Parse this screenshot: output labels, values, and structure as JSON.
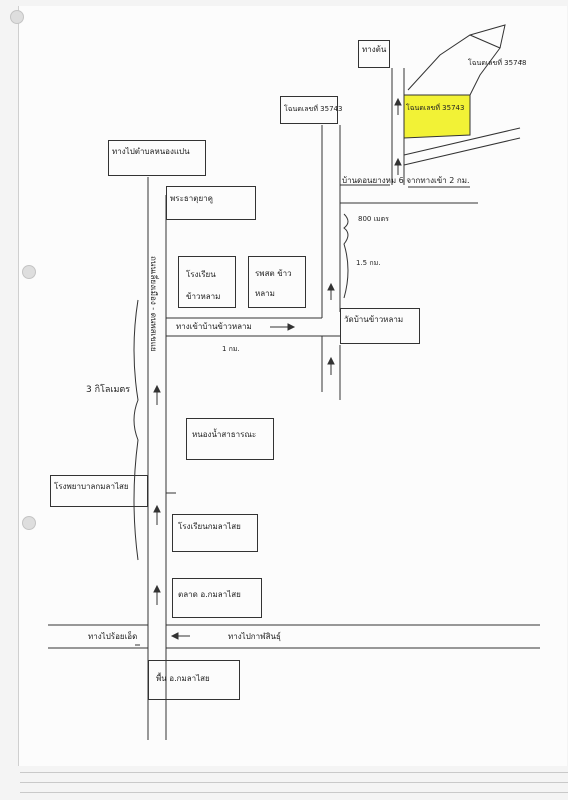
{
  "map": {
    "places": {
      "start_point": "ทางต้น",
      "title_deed_left": "โฉนดเลขที่ 35743",
      "title_deed_highlight": "โฉนดเลขที่ 35743",
      "title_deed_right": "โฉนดเลขที่ 35748",
      "to_nong_waeng": "ทางไปตำบลหนองแปน",
      "phra_that": "พระธาตุยาคู",
      "school_khao_lam": "โรงเรียน\nข้าวหลาม",
      "rpst_khao_lam": "รพสต ข้าว\nหลาม",
      "wat_khao_lam": "วัดบ้านข้าวหลาม",
      "public_pond": "หนองน้ำสาธารณะ",
      "hospital": "โรงพยาบาลกมลาไสย",
      "school_kamalasai": "โรงเรียนกมลาไสย",
      "market": "ตลาด อ.กมลาไสย",
      "district_origin": "พื้น อ.กมลาไสย"
    },
    "roads": {
      "main_road": "ถนนเลี่ยงเมือง - ดนพสเขแย",
      "to_khao_lam": "ทางเข้าบ้านข้าวหลาม",
      "ban_don_yang": "บ้านดอนยางหม 6  จากทางเข้า  2  กม.",
      "to_roi_et": "ทางไปร้อยเอ็ด",
      "to_kalasin": "ทางไปกาฬสินธุ์"
    },
    "distances": {
      "d800": "800  เมตร",
      "d1_5": "1.5  กม.",
      "d1": "1          กม.",
      "d3": "3  กิโลเมตร"
    },
    "colors": {
      "highlight": "#f2f236",
      "line": "#333333"
    }
  }
}
